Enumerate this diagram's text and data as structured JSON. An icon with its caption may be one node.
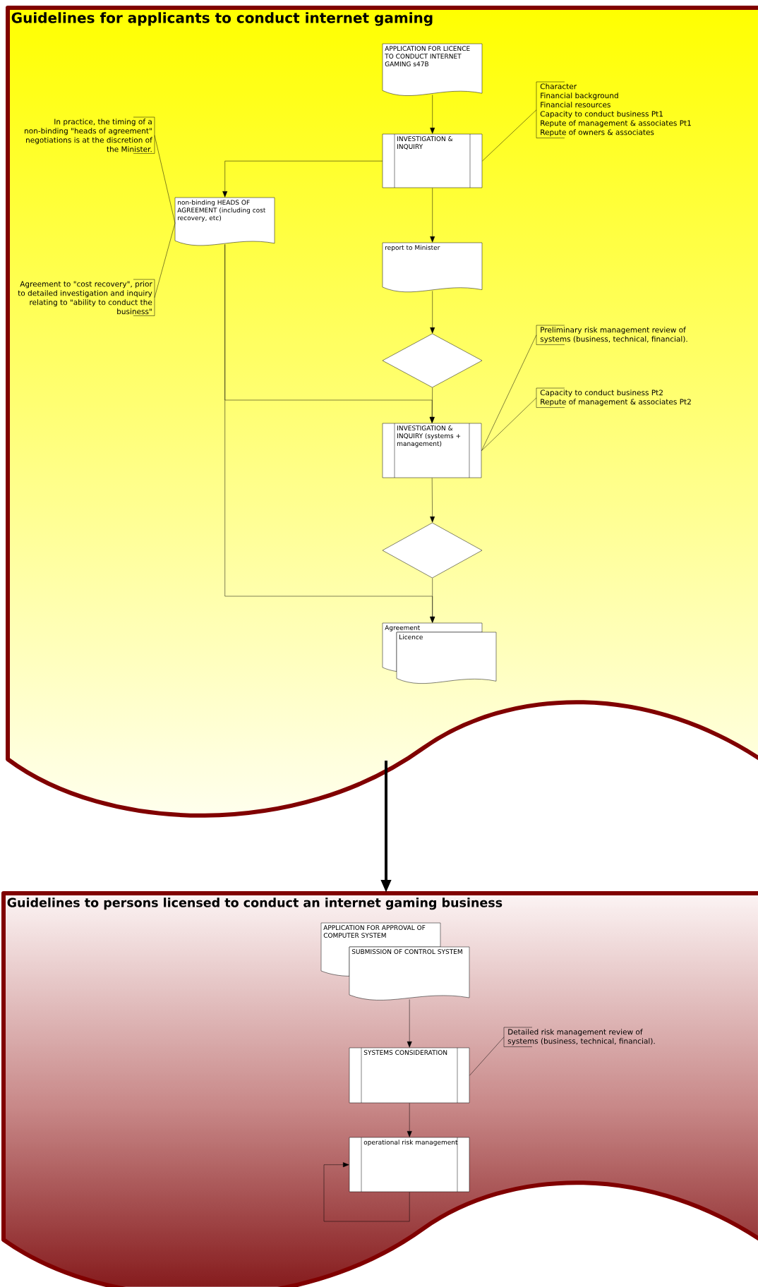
{
  "diagram": {
    "nodes": [
      {
        "text": [
          "Guidelines for applicants to conduct internet gaming"
        ]
      },
      {
        "text": [
          "APPLICATION FOR LICENCE TO CONDUCT INTERNET GAMING s47B"
        ],
        "in": 0
      },
      {
        "text": [
          "INVESTIGATION & INQUIRY"
        ],
        "in": 0
      },
      {
        "text": [
          "non-binding HEADS OF AGREEMENT (including cost recovery, etc)"
        ],
        "in": 0
      },
      {
        "text": [
          "report to Minister"
        ],
        "in": 0
      },
      {
        "text": [],
        "shape": "diamond",
        "in": 0
      },
      {
        "text": [
          "INVESTIGATION & INQUIRY (systems + management)"
        ],
        "in": 0
      },
      {
        "text": [],
        "shape": "diamond",
        "in": 0
      },
      {
        "text": [
          "Agreement"
        ],
        "in": 0
      },
      {
        "text": [
          "Licence"
        ],
        "in": 0
      },
      {
        "text": [
          "Guidelines to persons licensed to conduct an internet gaming business"
        ]
      },
      {
        "text": [
          "APPLICATION FOR APPROVAL OF COMPUTER SYSTEM"
        ],
        "in": 10
      },
      {
        "text": [
          "SUBMISSION OF CONTROL SYSTEM"
        ],
        "in": 10
      },
      {
        "text": [
          "SYSTEMS CONSIDERATION"
        ],
        "in": 10
      },
      {
        "text": [
          "operational risk management"
        ],
        "in": 10
      },
      {
        "text": [
          "Character",
          "Financial background",
          "Financial resources",
          "Capacity to conduct business Pt1",
          "Repute of management & associates Pt1",
          "Repute of owners & associates"
        ],
        "in": 0
      },
      {
        "text": [
          "In practice, the timing of a non-binding \"heads of agreement\" negotiations is at the discretion of the Minister."
        ],
        "in": 0
      },
      {
        "text": [
          "Agreement to \"cost recovery\", prior to detailed investigation and inquiry relating to \"ability to conduct the business\""
        ],
        "in": 0
      },
      {
        "text": [
          "Preliminary risk management review of systems (business, technical, financial)."
        ],
        "in": 0
      },
      {
        "text": [
          "Capacity to conduct business Pt2",
          "Repute of management & associates Pt2"
        ],
        "in": 0
      },
      {
        "text": [
          "Detailed risk management review of systems (business, technical, financial)."
        ],
        "in": 10
      }
    ],
    "edges": [
      {
        "from": 1,
        "to": 2,
        "arrow": "to"
      },
      {
        "from": 2,
        "to": 3,
        "arrow": "to"
      },
      {
        "from": 2,
        "to": 4,
        "arrow": "to"
      },
      {
        "from": 4,
        "to": 5,
        "arrow": "to"
      },
      {
        "from": 5,
        "to": 6,
        "arrow": "to"
      },
      {
        "from": 3,
        "to": 6,
        "arrow": "to"
      },
      {
        "from": 6,
        "to": 7,
        "arrow": "to"
      },
      {
        "from": 7,
        "to": 8,
        "arrow": "to"
      },
      {
        "from": 3,
        "to": 8,
        "arrow": "to"
      },
      {
        "from": 0,
        "to": 10,
        "arrow": "to",
        "style": "thick"
      },
      {
        "from": 12,
        "to": 13,
        "arrow": "to"
      },
      {
        "from": 13,
        "to": 14,
        "arrow": "to"
      },
      {
        "from": 14,
        "to": 14,
        "arrow": "to"
      },
      {
        "from": 15,
        "to": 2,
        "arrow": "none"
      },
      {
        "from": 16,
        "to": 3,
        "arrow": "none"
      },
      {
        "from": 17,
        "to": 3,
        "arrow": "none"
      },
      {
        "from": 18,
        "to": 6,
        "arrow": "none"
      },
      {
        "from": 19,
        "to": 6,
        "arrow": "none"
      },
      {
        "from": 20,
        "to": 13,
        "arrow": "none"
      }
    ]
  }
}
